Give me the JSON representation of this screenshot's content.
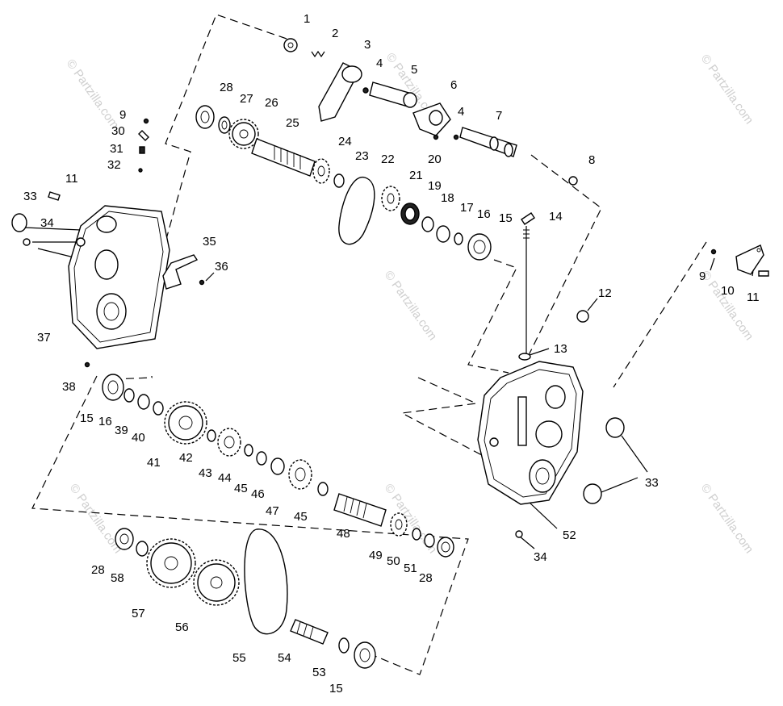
{
  "watermark": "© Partzilla.com",
  "callouts": [
    {
      "id": "c1",
      "text": "1"
    },
    {
      "id": "c2",
      "text": "2"
    },
    {
      "id": "c3",
      "text": "3"
    },
    {
      "id": "c4a",
      "text": "4"
    },
    {
      "id": "c5",
      "text": "5"
    },
    {
      "id": "c6",
      "text": "6"
    },
    {
      "id": "c4b",
      "text": "4"
    },
    {
      "id": "c7",
      "text": "7"
    },
    {
      "id": "c8",
      "text": "8"
    },
    {
      "id": "c28a",
      "text": "28"
    },
    {
      "id": "c27",
      "text": "27"
    },
    {
      "id": "c26",
      "text": "26"
    },
    {
      "id": "c25",
      "text": "25"
    },
    {
      "id": "c24",
      "text": "24"
    },
    {
      "id": "c23",
      "text": "23"
    },
    {
      "id": "c22",
      "text": "22"
    },
    {
      "id": "c21",
      "text": "21"
    },
    {
      "id": "c19",
      "text": "19"
    },
    {
      "id": "c20",
      "text": "20"
    },
    {
      "id": "c18",
      "text": "18"
    },
    {
      "id": "c17",
      "text": "17"
    },
    {
      "id": "c16a",
      "text": "16"
    },
    {
      "id": "c15a",
      "text": "15"
    },
    {
      "id": "c14",
      "text": "14"
    },
    {
      "id": "c9a",
      "text": "9"
    },
    {
      "id": "c30",
      "text": "30"
    },
    {
      "id": "c31",
      "text": "31"
    },
    {
      "id": "c32",
      "text": "32"
    },
    {
      "id": "c11a",
      "text": "11"
    },
    {
      "id": "c33a",
      "text": "33"
    },
    {
      "id": "c34a",
      "text": "34"
    },
    {
      "id": "c35",
      "text": "35"
    },
    {
      "id": "c36",
      "text": "36"
    },
    {
      "id": "c37",
      "text": "37"
    },
    {
      "id": "c38",
      "text": "38"
    },
    {
      "id": "c12",
      "text": "12"
    },
    {
      "id": "c13",
      "text": "13"
    },
    {
      "id": "c9b",
      "text": "9"
    },
    {
      "id": "c10",
      "text": "10"
    },
    {
      "id": "c11b",
      "text": "11"
    },
    {
      "id": "c15b",
      "text": "15"
    },
    {
      "id": "c16b",
      "text": "16"
    },
    {
      "id": "c39",
      "text": "39"
    },
    {
      "id": "c40",
      "text": "40"
    },
    {
      "id": "c41",
      "text": "41"
    },
    {
      "id": "c42",
      "text": "42"
    },
    {
      "id": "c43",
      "text": "43"
    },
    {
      "id": "c44",
      "text": "44"
    },
    {
      "id": "c45a",
      "text": "45"
    },
    {
      "id": "c46",
      "text": "46"
    },
    {
      "id": "c47",
      "text": "47"
    },
    {
      "id": "c45b",
      "text": "45"
    },
    {
      "id": "c48",
      "text": "48"
    },
    {
      "id": "c49",
      "text": "49"
    },
    {
      "id": "c50",
      "text": "50"
    },
    {
      "id": "c51",
      "text": "51"
    },
    {
      "id": "c28b",
      "text": "28"
    },
    {
      "id": "c52",
      "text": "52"
    },
    {
      "id": "c33b",
      "text": "33"
    },
    {
      "id": "c34b",
      "text": "34"
    },
    {
      "id": "c28c",
      "text": "28"
    },
    {
      "id": "c58",
      "text": "58"
    },
    {
      "id": "c57",
      "text": "57"
    },
    {
      "id": "c56",
      "text": "56"
    },
    {
      "id": "c55",
      "text": "55"
    },
    {
      "id": "c54",
      "text": "54"
    },
    {
      "id": "c53",
      "text": "53"
    },
    {
      "id": "c15c",
      "text": "15"
    }
  ]
}
